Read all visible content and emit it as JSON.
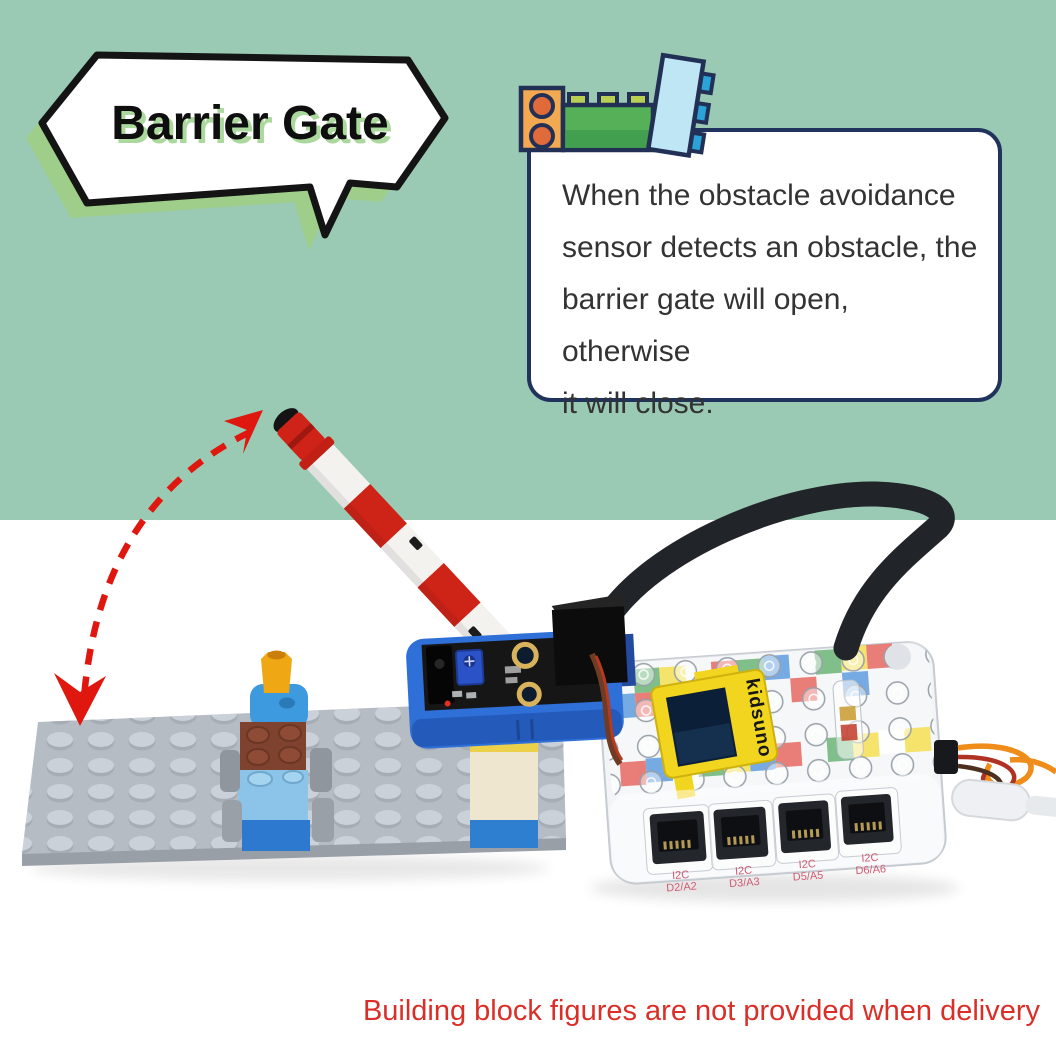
{
  "title": {
    "text": "Barrier Gate"
  },
  "description": {
    "lines": [
      "When the obstacle avoidance",
      "sensor detects an obstacle, the",
      "barrier gate will open, otherwise",
      "it will close."
    ]
  },
  "footer": {
    "note": "Building block figures are not provided when delivery"
  },
  "device": {
    "brand": "kidsuno",
    "ports": [
      {
        "bus": "I2C",
        "pins": "D2/A2"
      },
      {
        "bus": "I2C",
        "pins": "D3/A3"
      },
      {
        "bus": "I2C",
        "pins": "D5/A5"
      },
      {
        "bus": "I2C",
        "pins": "D6/A6"
      }
    ]
  },
  "icons": {
    "bubble": "speech-bubble",
    "bricks": [
      "orange-brick-icon",
      "green-brick-icon",
      "blue-brick-icon"
    ],
    "arrow": "swing-arc-arrow"
  },
  "colors": {
    "background_green": "#9acab4",
    "bubble_shadow_green": "#9ece8a",
    "outline_navy": "#20335c",
    "alert_red": "#da2f28",
    "pole_red": "#ce2418",
    "brand_yellow": "#f2d51f",
    "baseplate_gray": "#b6bcc4",
    "mount_blue": "#2e6fd8"
  }
}
